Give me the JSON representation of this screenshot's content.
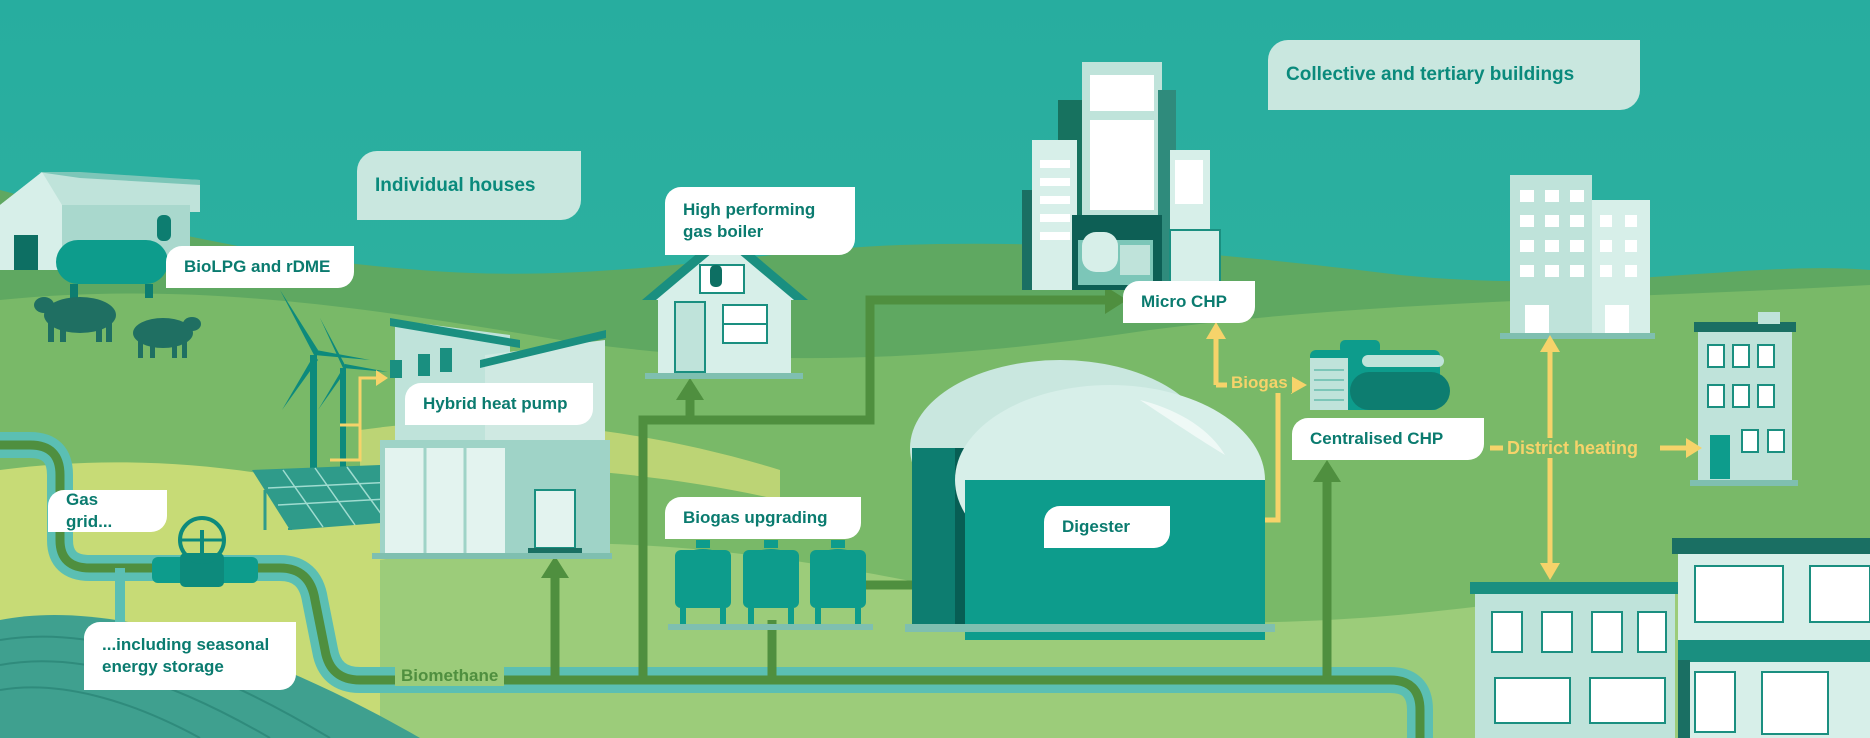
{
  "labels": {
    "individual_houses": "Individual houses",
    "collective_buildings": "Collective and tertiary buildings",
    "biolpg": "BioLPG and rDME",
    "high_boiler": "High performing\ngas boiler",
    "micro_chp": "Micro CHP",
    "hybrid_heat_pump": "Hybrid heat pump",
    "centralised_chp": "Centralised CHP",
    "gas_grid": "Gas grid...",
    "seasonal_storage": "...including seasonal\nenergy storage",
    "biogas_upgrading": "Biogas upgrading",
    "digester": "Digester"
  },
  "flows": {
    "biomethane": "Biomethane",
    "biogas": "Biogas",
    "district_heating": "District heating"
  },
  "colors": {
    "sky": "#2bb0a4",
    "hill_dark": "#5aa55e",
    "hill_mid": "#7fbf6a",
    "hill_light": "#b4d97e",
    "pipe_green": "#4f8f3f",
    "pipe_teal": "#5bbfb3",
    "heat_yellow": "#f6d36a",
    "building_teal": "#0d9c8c",
    "building_light": "#bfe3da",
    "label_text": "#0a7b6f"
  }
}
